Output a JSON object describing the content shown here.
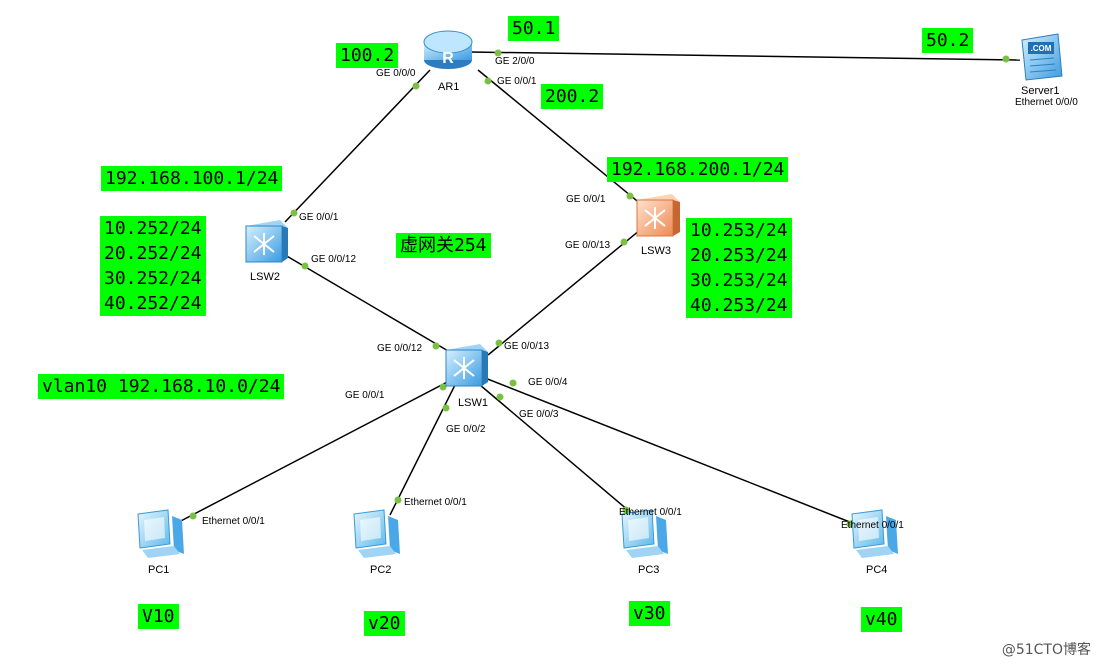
{
  "devices": {
    "ar1": {
      "name": "AR1"
    },
    "server1": {
      "name": "Server1",
      "port": "Ethernet 0/0/0"
    },
    "lsw1": {
      "name": "LSW1"
    },
    "lsw2": {
      "name": "LSW2"
    },
    "lsw3": {
      "name": "LSW3"
    },
    "pc1": {
      "name": "PC1"
    },
    "pc2": {
      "name": "PC2"
    },
    "pc3": {
      "name": "PC3"
    },
    "pc4": {
      "name": "PC4"
    }
  },
  "ports": {
    "ar1_ge000": "GE 0/0/0",
    "ar1_ge200": "GE 2/0/0",
    "ar1_ge001": "GE 0/0/1",
    "lsw2_ge001": "GE 0/0/1",
    "lsw2_ge0012": "GE 0/0/12",
    "lsw3_ge001": "GE 0/0/1",
    "lsw3_ge0013": "GE 0/0/13",
    "lsw1_ge0012": "GE 0/0/12",
    "lsw1_ge0013": "GE 0/0/13",
    "lsw1_ge001": "GE 0/0/1",
    "lsw1_ge002": "GE 0/0/2",
    "lsw1_ge003": "GE 0/0/3",
    "lsw1_ge004": "GE 0/0/4",
    "pc1_eth": "Ethernet 0/0/1",
    "pc2_eth": "Ethernet 0/0/1",
    "pc3_eth": "Ethernet 0/0/1",
    "pc4_eth": "Ethernet 0/0/1"
  },
  "annotations": {
    "ip_50_1": "50.1",
    "ip_50_2": "50.2",
    "ip_100_2": "100.2",
    "ip_200_2": "200.2",
    "net_100": "192.168.100.1/24",
    "net_200": "192.168.200.1/24",
    "lsw2_ips": "10.252/24\n20.252/24\n30.252/24\n40.252/24",
    "lsw3_ips": "10.253/24\n20.253/24\n30.253/24\n40.253/24",
    "vgw": "虚网关254",
    "vlan10": "vlan10 192.168.10.0/24",
    "v10": "V10",
    "v20": "v20",
    "v30": "v30",
    "v40": "v40"
  },
  "watermark": "@51CTO博客",
  "colors": {
    "highlight": "#00ff00",
    "link": "#000000",
    "port_dot": "#7bc043",
    "router": "#4fa3e0",
    "switch_blue": "#4aa8e8",
    "switch_orange": "#f29a6a"
  }
}
